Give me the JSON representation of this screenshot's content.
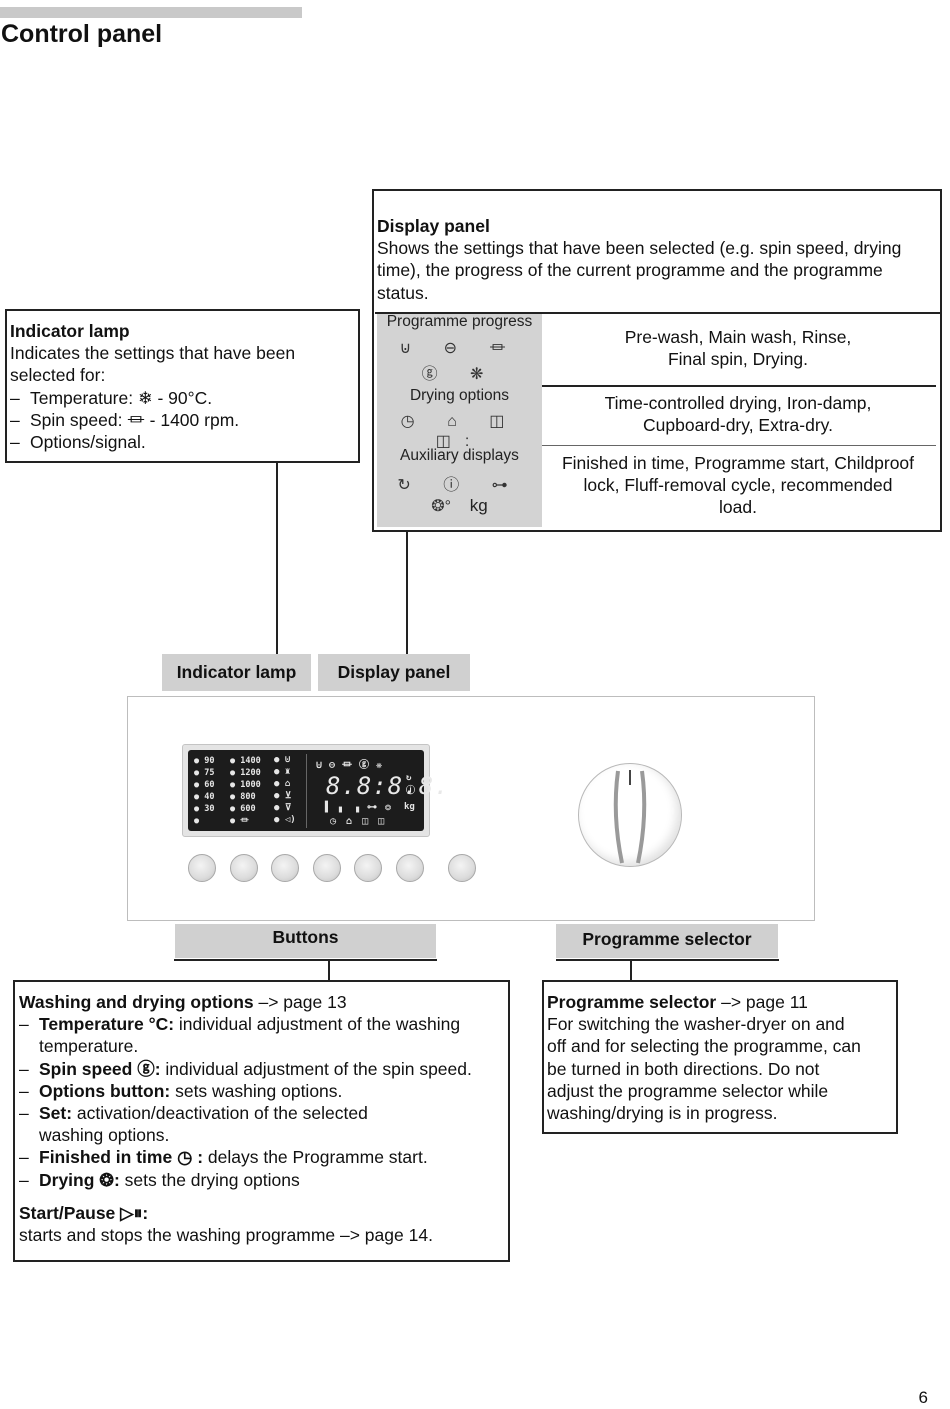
{
  "page": {
    "title": "Control panel",
    "page_number": "6"
  },
  "display_panel_box": {
    "heading": "Display panel",
    "text": "Shows the settings that have been selected (e.g. spin speed, drying time), the progress of the current programme and the programme status.",
    "rows": [
      {
        "label": "Programme progress",
        "icons_line1": "⊍ ⊖ ⏛",
        "icons_line2": "ⓖ ❋",
        "desc_line1": "Pre-wash,  Main wash,  Rinse,",
        "desc_line2": "Final spin,  Drying."
      },
      {
        "label": "Drying options",
        "icons_line1": "◷ ⌂ ◫ ◫:",
        "desc_line1": "Time-controlled drying,  Iron-damp,",
        "desc_line2": "Cupboard-dry,   Extra-dry."
      },
      {
        "label": "Auxiliary displays",
        "icons_line1": "↻ ⓘ ⊶",
        "icons_line2": "❂°",
        "kg": "kg",
        "desc_line1": "Finished in time,  Programme start,  Childproof",
        "desc_line2": "lock,  Fluff-removal cycle,   recommended",
        "desc_line3": "load."
      }
    ]
  },
  "indicator_lamp_box": {
    "heading": "Indicator lamp",
    "line1": "Indicates the settings that have been",
    "line2": "selected for:",
    "items": [
      "Temperature: ❄ - 90°C.",
      "Spin speed: ⏛ - 1400 rpm.",
      "Options/signal."
    ]
  },
  "tags": {
    "indicator_lamp": "Indicator lamp",
    "display_panel": "Display panel",
    "buttons": "Buttons",
    "programme_selector": "Programme selector"
  },
  "lcd": {
    "temps": [
      "90",
      "75",
      "60",
      "40",
      "30"
    ],
    "speeds": [
      "1400",
      "1200",
      "1000",
      "800",
      "600"
    ],
    "digits": "8.8:8.8.",
    "kg": "kg"
  },
  "washing_box": {
    "heading": "Washing and drying options",
    "heading_ref": " –> page 13",
    "items": [
      {
        "bold": "Temperature °C:",
        "text": " individual adjustment of the washing",
        "cont": "temperature."
      },
      {
        "bold": "Spin speed ⓖ:",
        "text": " individual adjustment of the spin speed."
      },
      {
        "bold": "Options button:",
        "text": " sets washing options."
      },
      {
        "bold": "Set:",
        "text": " activation/deactivation of the selected",
        "cont": "washing options."
      },
      {
        "bold": "Finished in time ◷ :",
        "text": " delays the Programme start."
      },
      {
        "bold": "Drying ❂:",
        "text": " sets the drying options"
      }
    ],
    "start_heading": "Start/Pause ▷⏸:",
    "start_text": "starts and stops the washing programme –> page 14."
  },
  "selector_box": {
    "heading": "Programme selector",
    "heading_ref": " –> page 11",
    "lines": [
      "For switching the washer-dryer on and",
      "off and for selecting the programme, can",
      "be turned in both directions. Do not",
      "adjust the programme selector while",
      "washing/drying is in progress."
    ]
  },
  "icons": {
    "temperature": "snowflake-icon",
    "spin": "spin-icon",
    "timer": "clock-icon",
    "drying": "sun-icon",
    "start_pause": "play-pause-icon"
  }
}
